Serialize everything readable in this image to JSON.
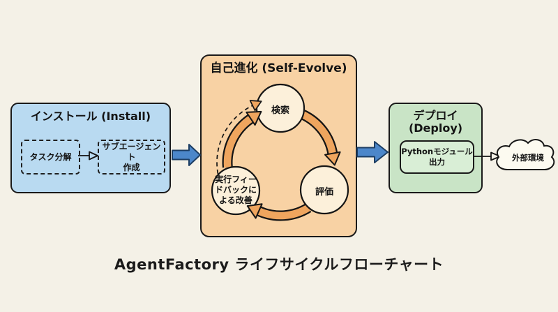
{
  "caption": "AgentFactory ライフサイクルフローチャート",
  "install": {
    "title": "インストール (Install)",
    "steps": [
      {
        "label": "タスク分解"
      },
      {
        "label": "サブエージェント\n作成"
      }
    ]
  },
  "self_evolve": {
    "title": "自己進化 (Self-Evolve)",
    "nodes": {
      "search": "検索",
      "evaluate": "評価",
      "improve": "実行フィー\nドバックに\nよる改善"
    }
  },
  "deploy": {
    "title": "デプロイ\n(Deploy)",
    "output": "Pythonモジュール\n出力"
  },
  "external": {
    "label": "外部環境"
  },
  "colors": {
    "background": "#f4f1e7",
    "install_fill": "#b9daf1",
    "self_evolve_fill": "#f8d2a4",
    "deploy_fill": "#c9e4c6",
    "node_circle_fill": "#fcf0da",
    "cycle_arrow": "#efa55e",
    "flow_arrow": "#4c87ca",
    "flow_arrow_border": "#1d3e63",
    "outline": "#1a1a1a",
    "cloud_fill": "#fcfaf0"
  }
}
